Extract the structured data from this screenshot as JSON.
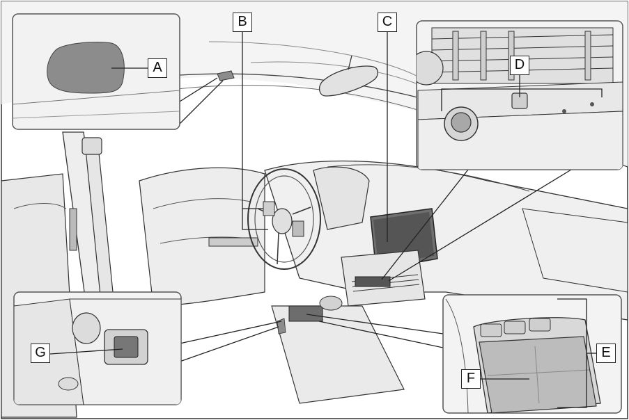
{
  "callouts": {
    "a": "A",
    "b": "B",
    "c": "C",
    "d": "D",
    "e": "E",
    "f": "F",
    "g": "G"
  },
  "colors": {
    "line": "#333333",
    "fill_light": "#ececec",
    "fill_mid": "#d9d9d9",
    "fill_dark": "#8c8c8c",
    "inset_border": "#555555"
  },
  "icons": [
    "sensor-pad",
    "steering-wheel",
    "display-screen",
    "dial-knob",
    "touchpad",
    "usb-port"
  ]
}
